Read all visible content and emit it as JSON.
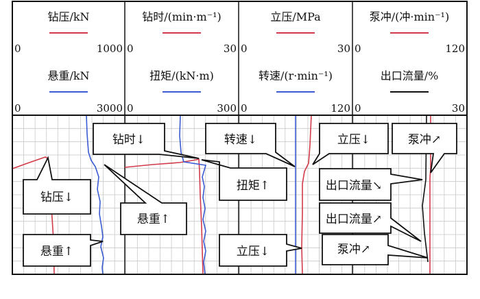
{
  "chart_data": {
    "type": "line",
    "tracks": [
      {
        "series": [
          {
            "name": "钻压/kN",
            "color": "#d23a4a",
            "range": [
              0,
              1000
            ]
          },
          {
            "name": "悬重/kN",
            "color": "#3a5bd2",
            "range": [
              0,
              3000
            ]
          }
        ]
      },
      {
        "series": [
          {
            "name": "钻时/(min·m⁻¹)",
            "color": "#d23a4a",
            "range": [
              0,
              30
            ]
          },
          {
            "name": "扭矩/(kN·m)",
            "color": "#3a5bd2",
            "range": [
              0,
              300
            ]
          }
        ]
      },
      {
        "series": [
          {
            "name": "立压/MPa",
            "color": "#d23a4a",
            "range": [
              0,
              30
            ]
          },
          {
            "name": "转速/(r·min⁻¹)",
            "color": "#3a5bd2",
            "range": [
              0,
              120
            ]
          }
        ]
      },
      {
        "series": [
          {
            "name": "泵冲/(冲·min⁻¹)",
            "color": "#d23a4a",
            "range": [
              0,
              120
            ]
          },
          {
            "name": "出口流量/%",
            "color": "#111111",
            "range": [
              0,
              30
            ]
          }
        ]
      }
    ],
    "annotations": [
      "钻时↓",
      "转速↓",
      "立压↓",
      "泵冲↗",
      "钻压↓",
      "悬重↑",
      "扭矩↑",
      "出口流量↘",
      "出口流量↗",
      "悬重↑",
      "立压↓",
      "泵冲↗"
    ]
  }
}
